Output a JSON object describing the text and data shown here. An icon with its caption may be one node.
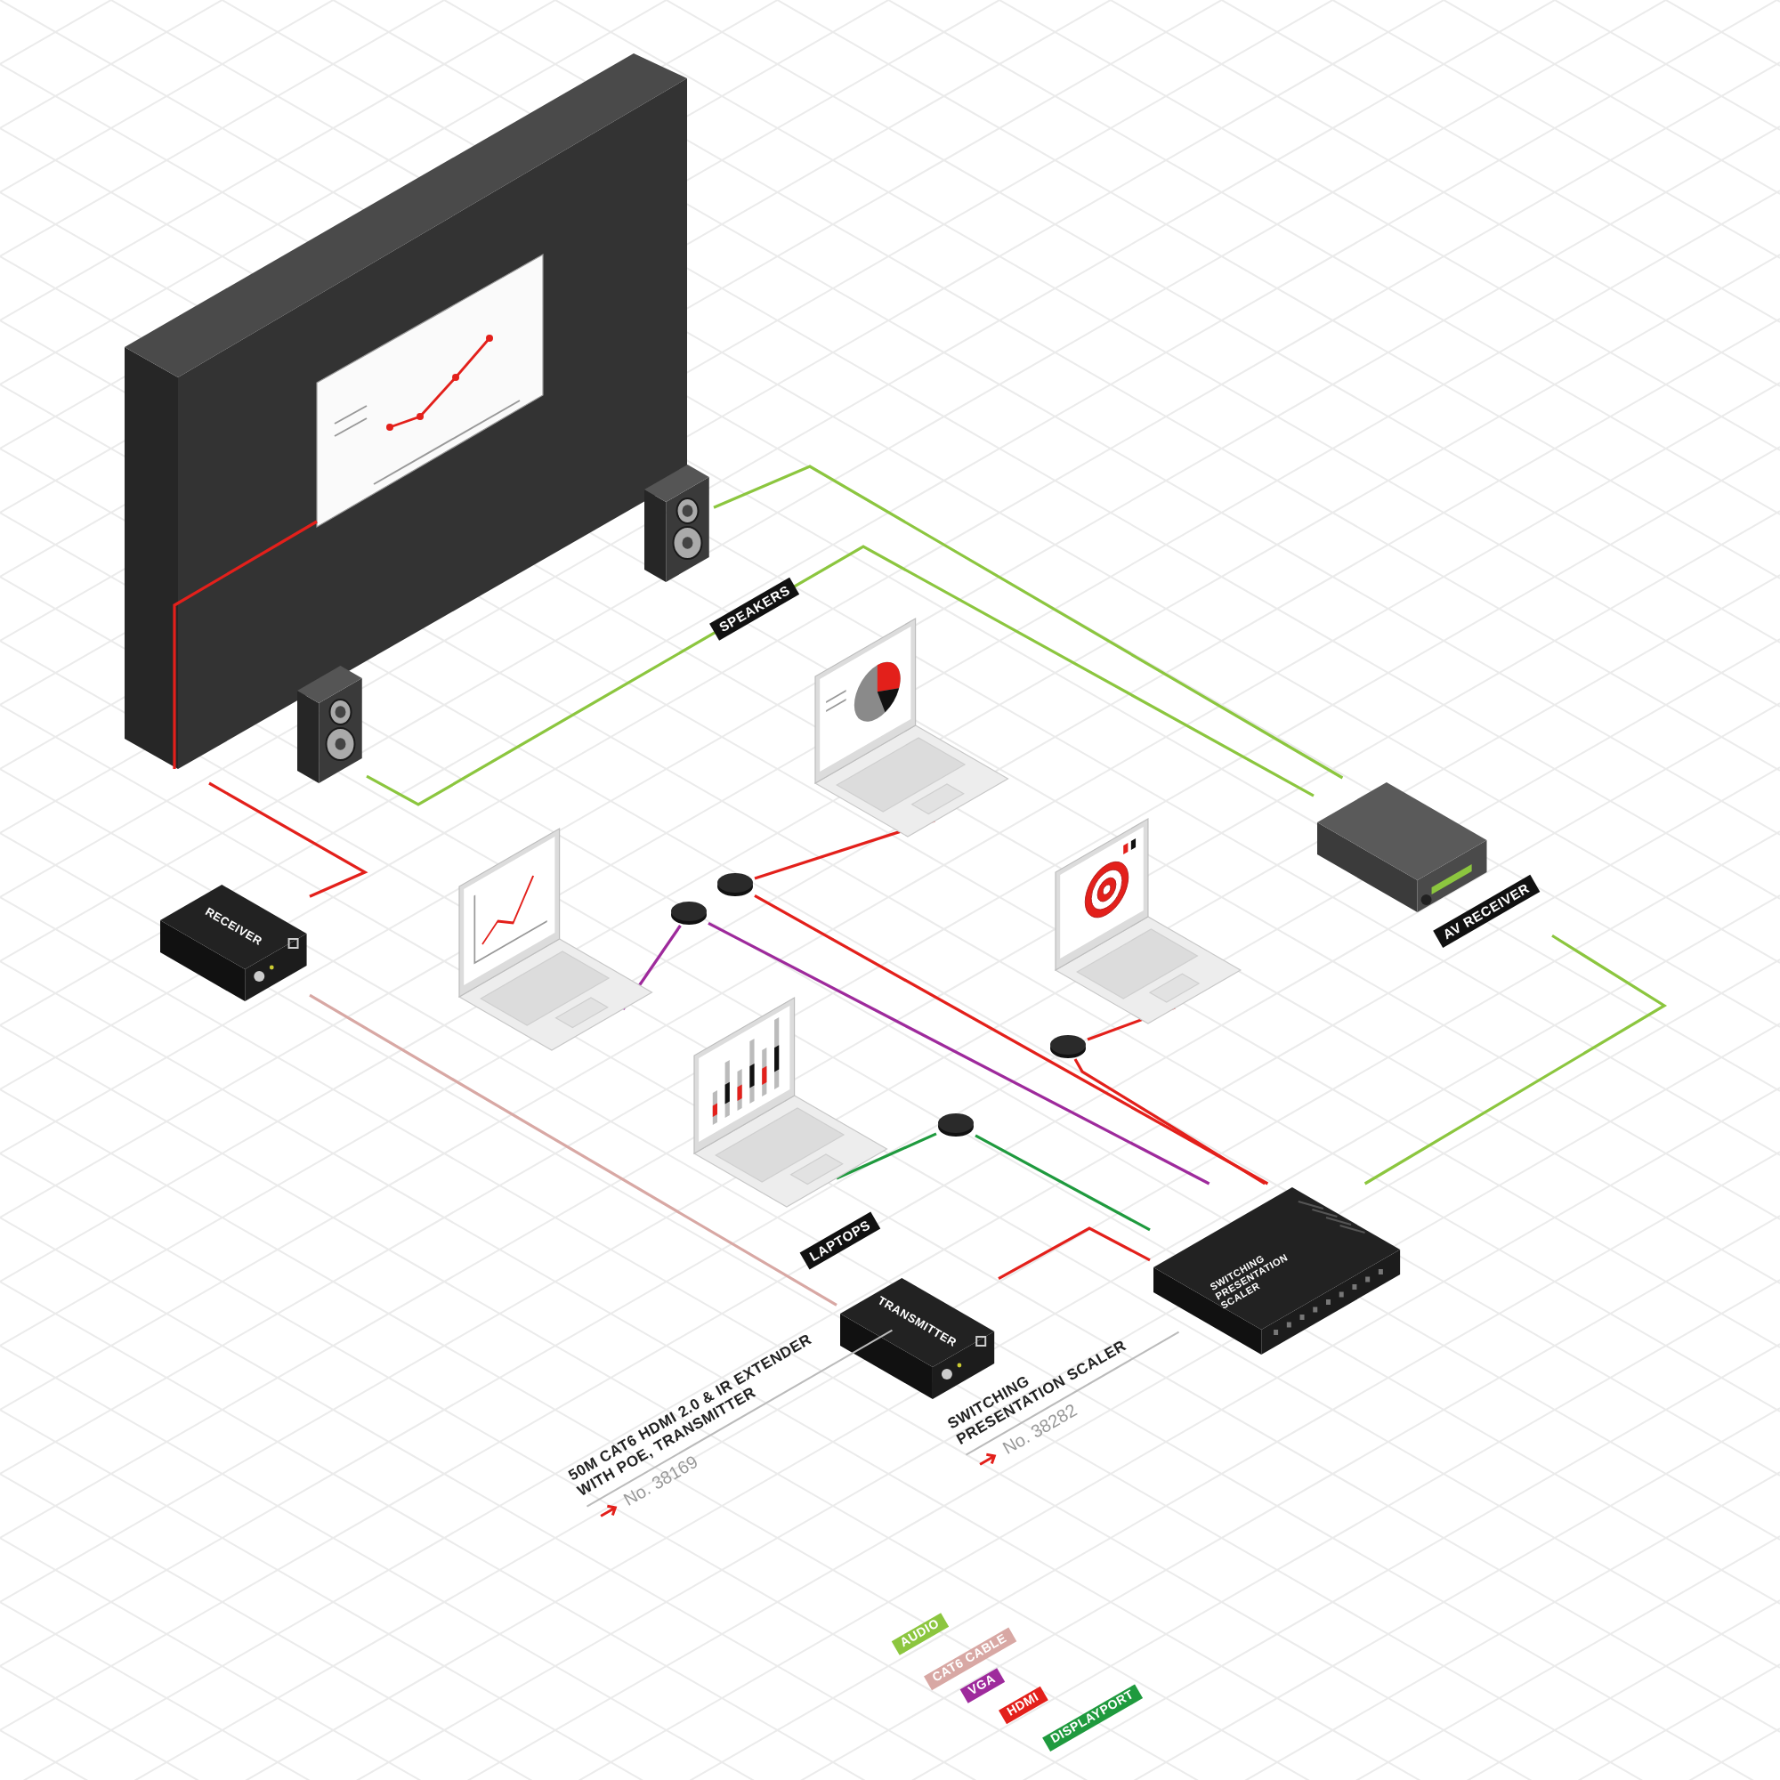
{
  "diagram": {
    "nodes": [
      {
        "text": [],
        "shape": "picture"
      },
      {
        "text": [],
        "shape": "picture"
      },
      {
        "text": [],
        "shape": "picture"
      },
      {
        "text": [
          "AV RECEIVER"
        ]
      },
      {
        "text": [
          "RECEIVER"
        ]
      },
      {
        "text": [],
        "shape": "picture"
      },
      {
        "text": [],
        "shape": "picture"
      },
      {
        "text": [],
        "shape": "picture"
      },
      {
        "text": [],
        "shape": "picture"
      },
      {
        "text": [],
        "shape": "circle"
      },
      {
        "text": [],
        "shape": "circle"
      },
      {
        "text": [],
        "shape": "circle"
      },
      {
        "text": [],
        "shape": "circle"
      },
      {
        "text": [
          "TRANSMITTER"
        ],
        "beside": [
          "50M CAT6 HDMI 2.0 & IR EXTENDER WITH POE, TRANSMITTER",
          "No. 38169"
        ]
      },
      {
        "text": [
          "SWITCHING PRESENTATION SCALER"
        ],
        "beside": [
          "SWITCHING PRESENTATION SCALER",
          "No. 38282"
        ]
      }
    ],
    "edges": [
      {
        "from": 4,
        "to": 0,
        "arrow": "none"
      },
      {
        "from": 4,
        "to": 13,
        "arrow": "none",
        "color": "#d8a8a4"
      },
      {
        "from": 1,
        "to": 3,
        "arrow": "none",
        "color": "#8cc63f"
      },
      {
        "from": 2,
        "to": 3,
        "arrow": "none",
        "color": "#8cc63f"
      },
      {
        "from": 3,
        "to": 14,
        "arrow": "none",
        "color": "#8cc63f"
      },
      {
        "from": 5,
        "to": 9,
        "arrow": "none"
      },
      {
        "from": 9,
        "to": 14,
        "arrow": "none"
      },
      {
        "from": 6,
        "to": 10,
        "arrow": "none",
        "color": "#9e2a9c"
      },
      {
        "from": 10,
        "to": 14,
        "arrow": "none",
        "color": "#9e2a9c"
      },
      {
        "from": 7,
        "to": 11,
        "arrow": "none"
      },
      {
        "from": 11,
        "to": 14,
        "arrow": "none"
      },
      {
        "from": 8,
        "to": 12,
        "arrow": "none",
        "color": "#1f9a3e"
      },
      {
        "from": 12,
        "to": 14,
        "arrow": "none",
        "color": "#1f9a3e"
      },
      {
        "from": 14,
        "to": 13,
        "arrow": "none"
      }
    ],
    "labels": [
      "SPEAKERS",
      "LAPTOPS"
    ],
    "legend": [
      {
        "text": "AUDIO",
        "color": "#8cc63f"
      },
      {
        "text": "CAT6 CABLE",
        "color": "#d8a8a4"
      },
      {
        "text": "VGA",
        "color": "#9e2a9c"
      },
      {
        "text": "HDMI",
        "color": "#e3201b"
      },
      {
        "text": "DISPLAYPORT",
        "color": "#1f9a3e"
      }
    ]
  }
}
